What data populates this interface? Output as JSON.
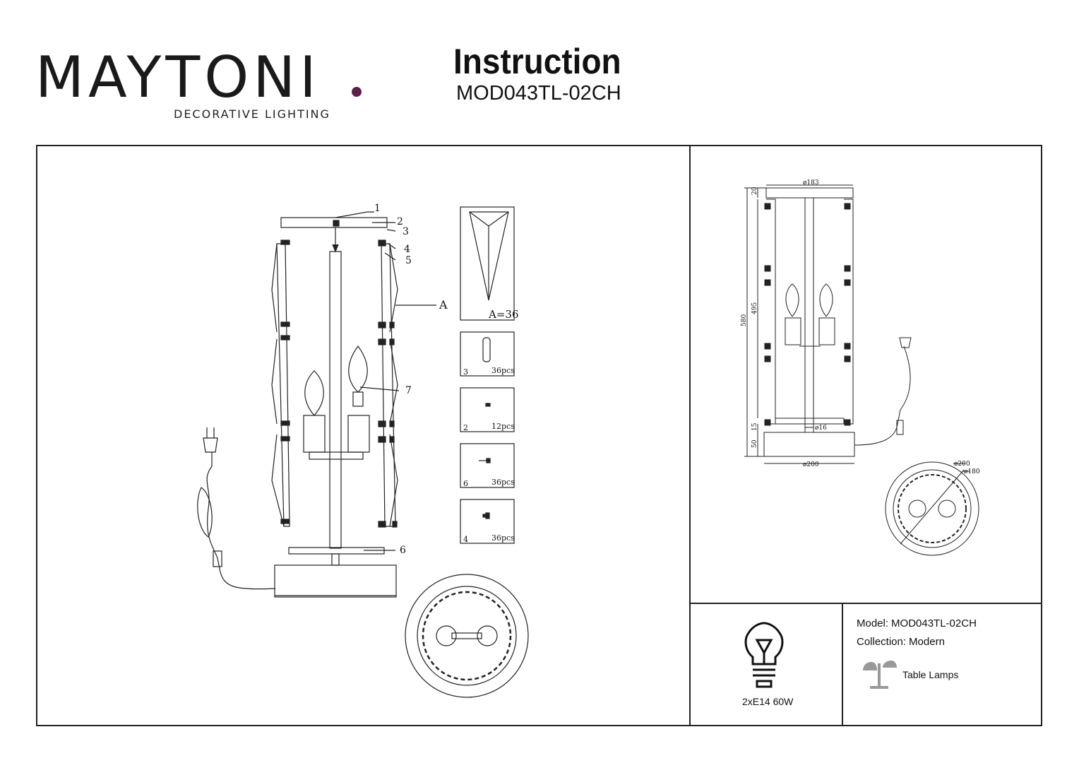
{
  "brand": {
    "name": "MAYTONI",
    "tagline": "DECORATIVE LIGHTING",
    "accent_color": "#5b1f4a"
  },
  "header": {
    "title": "Instruction",
    "model_code": "MOD043TL-02CH"
  },
  "exploded_view": {
    "callouts": [
      "1",
      "2",
      "3",
      "4",
      "5",
      "A",
      "7",
      "6"
    ],
    "part_A": {
      "label": "A=36"
    }
  },
  "parts_list": [
    {
      "id": "3",
      "qty": "36pcs"
    },
    {
      "id": "2",
      "qty": "12pcs"
    },
    {
      "id": "6",
      "qty": "36pcs"
    },
    {
      "id": "4",
      "qty": "36pcs"
    }
  ],
  "dimensions": {
    "top_diameter": "ø183",
    "top_height": "20",
    "total_height": "580",
    "body_height": "495",
    "gap_height": "15",
    "stem_diameter": "ø16",
    "base_height": "50",
    "base_diameter": "ø200",
    "outer_diameter": "ø200",
    "inner_diameter": "ø180"
  },
  "bulb_spec": {
    "icon": "bulb-icon",
    "text": "2xE14 60W"
  },
  "product_info": {
    "model_label": "Model:",
    "model_value": "MOD043TL-02CH",
    "collection_label": "Collection:",
    "collection_value": "Modern",
    "category_icon": "table-lamp-icon",
    "category": "Table Lamps"
  }
}
